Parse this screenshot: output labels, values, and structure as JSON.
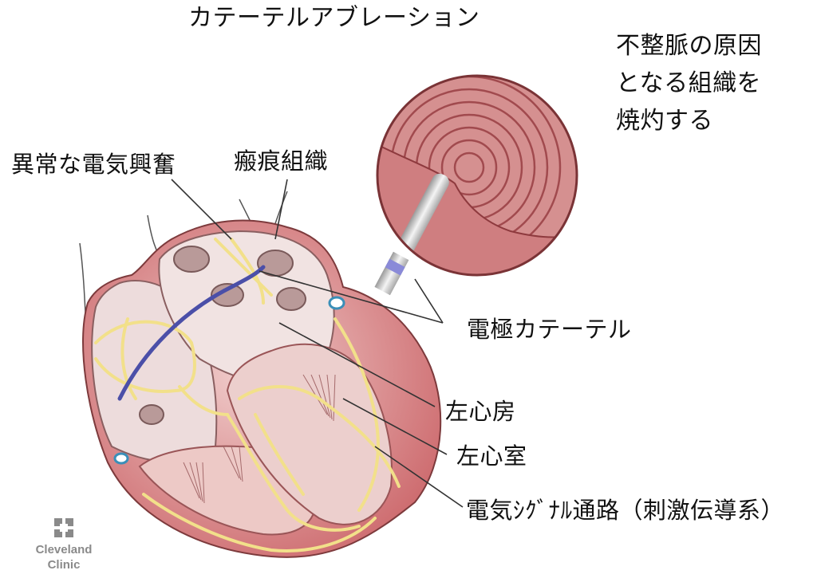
{
  "title": "カテーテルアブレーション",
  "callout_lines": [
    "不整脈の原因",
    "となる組織を",
    "焼灼する"
  ],
  "labels": {
    "abnormal_excitation": "異常な電気興奮",
    "scar_tissue": "瘢痕組織",
    "electrode_catheter": "電極カテーテル",
    "left_atrium": "左心房",
    "left_ventricle": "左心室",
    "conduction_system": "電気ｼｸﾞﾅﾙ通路（刺激伝導系）"
  },
  "logo": {
    "line1": "Cleveland",
    "line2": "Clinic"
  },
  "colors": {
    "myocardium": "#c9585c",
    "chamber_interior": "#e7cfcf",
    "conduction": "#f2e08a",
    "catheter_band": "#6f6fc4",
    "leader_line": "#333333"
  }
}
